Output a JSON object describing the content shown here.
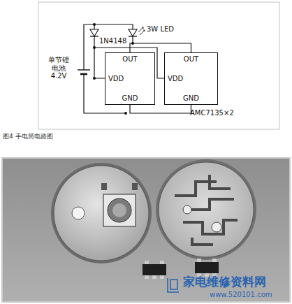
{
  "diagram": {
    "caption": "图4 手电筒电路图",
    "nodes": [
      {
        "text": [
          "OUT",
          "VDD",
          "GND"
        ]
      },
      {
        "text": [
          "OUT",
          "VDD",
          "GND"
        ]
      }
    ],
    "edges": [
      {
        "from": 0,
        "to": 1,
        "arrow": "none"
      },
      {
        "from": 0,
        "to": 1,
        "arrow": "none"
      }
    ],
    "labels": [
      "1N4148",
      "3W LED",
      "单节锂 电池 4.2V",
      "AMC7135×2",
      "家电维修资料网",
      "www.520101.com"
    ]
  }
}
